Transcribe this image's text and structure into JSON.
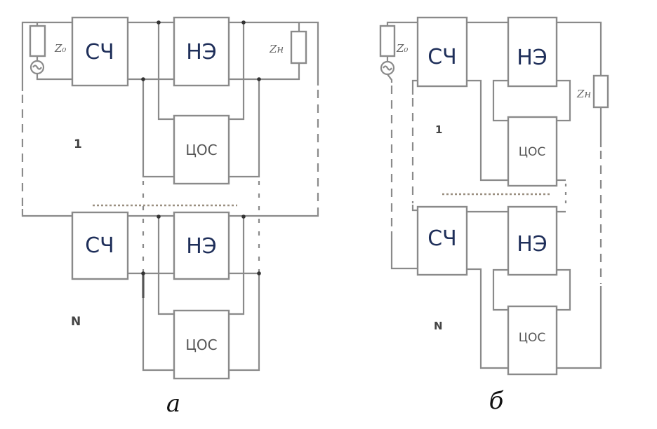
{
  "figure": {
    "diagram_a": {
      "caption": "а",
      "stage_top_label": "1",
      "stage_bottom_label": "N",
      "source_impedance": "Z₀",
      "load_impedance": "Zн",
      "blocks": {
        "frequency_converter": "СЧ",
        "nonlinear_element": "НЭ",
        "feedback_circuit": "ЦОС"
      }
    },
    "diagram_b": {
      "caption": "б",
      "stage_top_label": "1",
      "stage_bottom_label": "N",
      "source_impedance": "Z₀",
      "load_impedance": "Zн",
      "blocks": {
        "frequency_converter": "СЧ",
        "nonlinear_element": "НЭ",
        "feedback_circuit": "ЦОС"
      }
    }
  }
}
